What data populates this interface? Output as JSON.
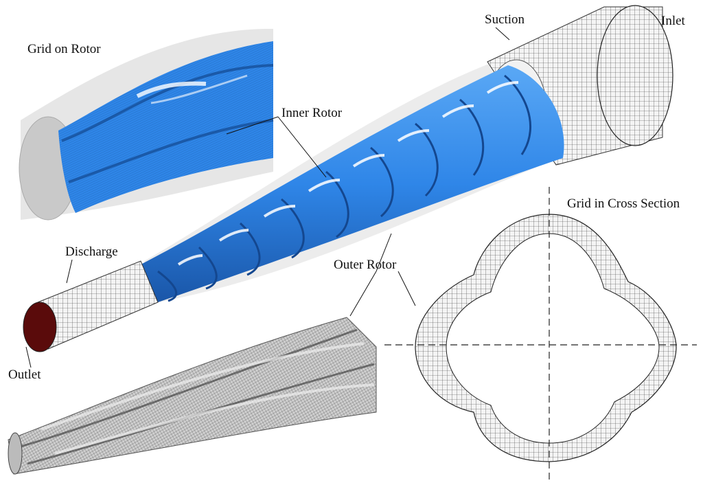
{
  "labels": {
    "grid_on_rotor": "Grid on Rotor",
    "inner_rotor": "Inner Rotor",
    "suction": "Suction",
    "inlet": "Inlet",
    "grid_in_cross_section": "Grid in Cross Section",
    "discharge": "Discharge",
    "outer_rotor": "Outer Rotor",
    "outlet": "Outlet"
  },
  "colors": {
    "rotor_blue": "#2f86e8",
    "rotor_blue_dark": "#1f5fb8",
    "stator_grey": "#d9d9d9",
    "outlet_red": "#5a0b0b",
    "mesh_line": "#333333"
  }
}
